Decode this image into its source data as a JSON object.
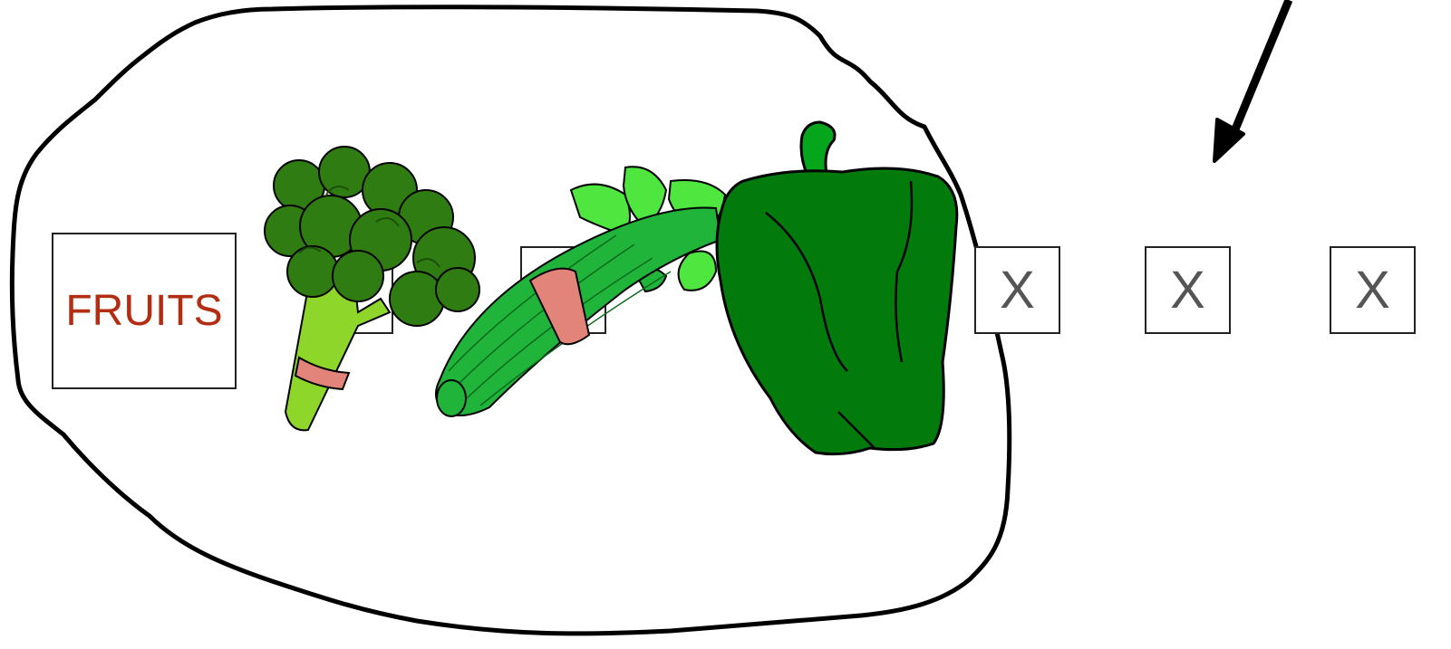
{
  "category_box": {
    "label": "FRUITS",
    "color": "#b22d12"
  },
  "slots": [
    {
      "label": ""
    },
    {
      "label": ""
    },
    {
      "label": "X"
    },
    {
      "label": "X"
    },
    {
      "label": "X"
    }
  ],
  "slot_text_color": "#555555",
  "pictures": [
    "broccoli-icon",
    "celery-icon",
    "green-pepper-icon"
  ],
  "colors": {
    "outline": "#000000",
    "broccoli_dark": "#2f7d12",
    "broccoli_stem": "#8fd62a",
    "celery_dark": "#21b43b",
    "celery_leaf": "#4fe640",
    "band": "#e2847a",
    "pepper": "#027a0c",
    "pepper_stem": "#05a51c"
  }
}
